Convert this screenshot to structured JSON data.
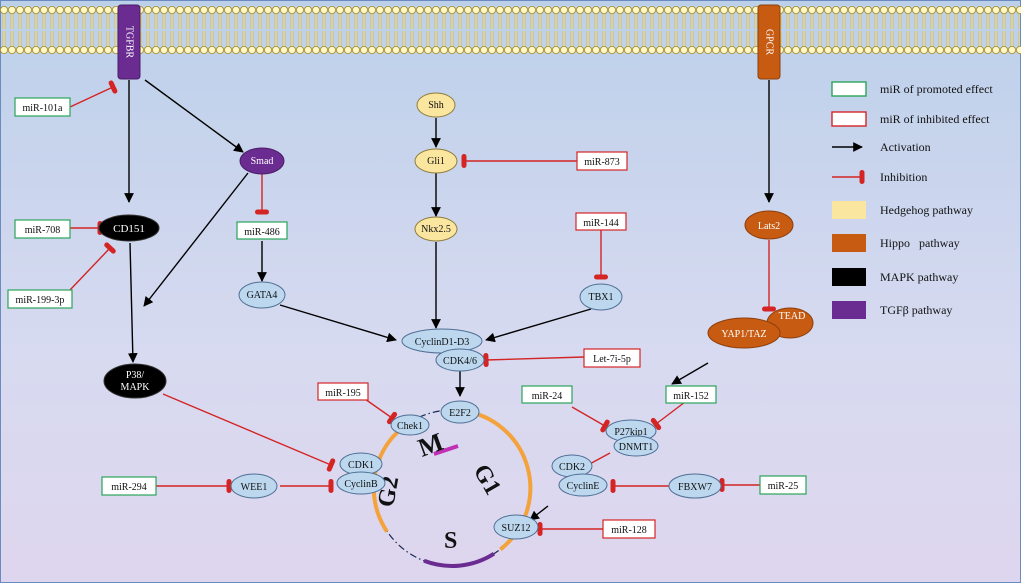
{
  "receptors": {
    "tgfbr": "TGFBR",
    "gpcr": "GPCR"
  },
  "nodes": {
    "smad": "Smad",
    "cd151": "CD151",
    "p38": [
      "P38/",
      "MAPK"
    ],
    "shh": "Shh",
    "gli1": "Gli1",
    "nkx25": "Nkx2.5",
    "gata4": "GATA4",
    "tbx1": "TBX1",
    "cyclind": "CyclinD1-D3",
    "cdk46": "CDK4/6",
    "e2f2": "E2F2",
    "chek1": "Chek1",
    "cdk1": "CDK1",
    "cyclinb": "CyclinB",
    "wee1": "WEE1",
    "lats2": "Lats2",
    "yap": "YAP1/TAZ",
    "tead": "TEAD",
    "p27": "P27kip1",
    "dnmt1": "DNMT1",
    "cdk2": "CDK2",
    "cycline": "CyclinE",
    "fbxw7": "FBXW7",
    "suz12": "SUZ12"
  },
  "mirs": {
    "mir101a": "miR-101a",
    "mir708": "miR-708",
    "mir199": "miR-199-3p",
    "mir486": "miR-486",
    "mir873": "miR-873",
    "mir144": "miR-144",
    "let7i": "Let-7i-5p",
    "mir195": "miR-195",
    "mir294": "miR-294",
    "mir24": "miR-24",
    "mir152": "miR-152",
    "mir25": "miR-25",
    "mir128": "miR-128"
  },
  "phases": {
    "m": "M",
    "g1": "G1",
    "g2": "G2",
    "s": "S"
  },
  "legend": [
    {
      "kind": "promoted",
      "label": "miR of promoted effect",
      "color": "#2aa45a"
    },
    {
      "kind": "inhibited",
      "label": "miR of inhibited effect",
      "color": "#d42424"
    },
    {
      "kind": "activation",
      "label": "Activation",
      "color": "#000000"
    },
    {
      "kind": "inhibition",
      "label": "Inhibition",
      "color": "#d42424"
    },
    {
      "kind": "hedgehog",
      "label": "Hedgehog pathway",
      "color": "#fbe6a0"
    },
    {
      "kind": "hippo",
      "label": "Hippo   pathway",
      "color": "#c75b12"
    },
    {
      "kind": "mapk",
      "label": "MAPK pathway",
      "color": "#000000"
    },
    {
      "kind": "tgfb",
      "label": "TGFβ pathway",
      "color": "#6a2c91"
    }
  ]
}
